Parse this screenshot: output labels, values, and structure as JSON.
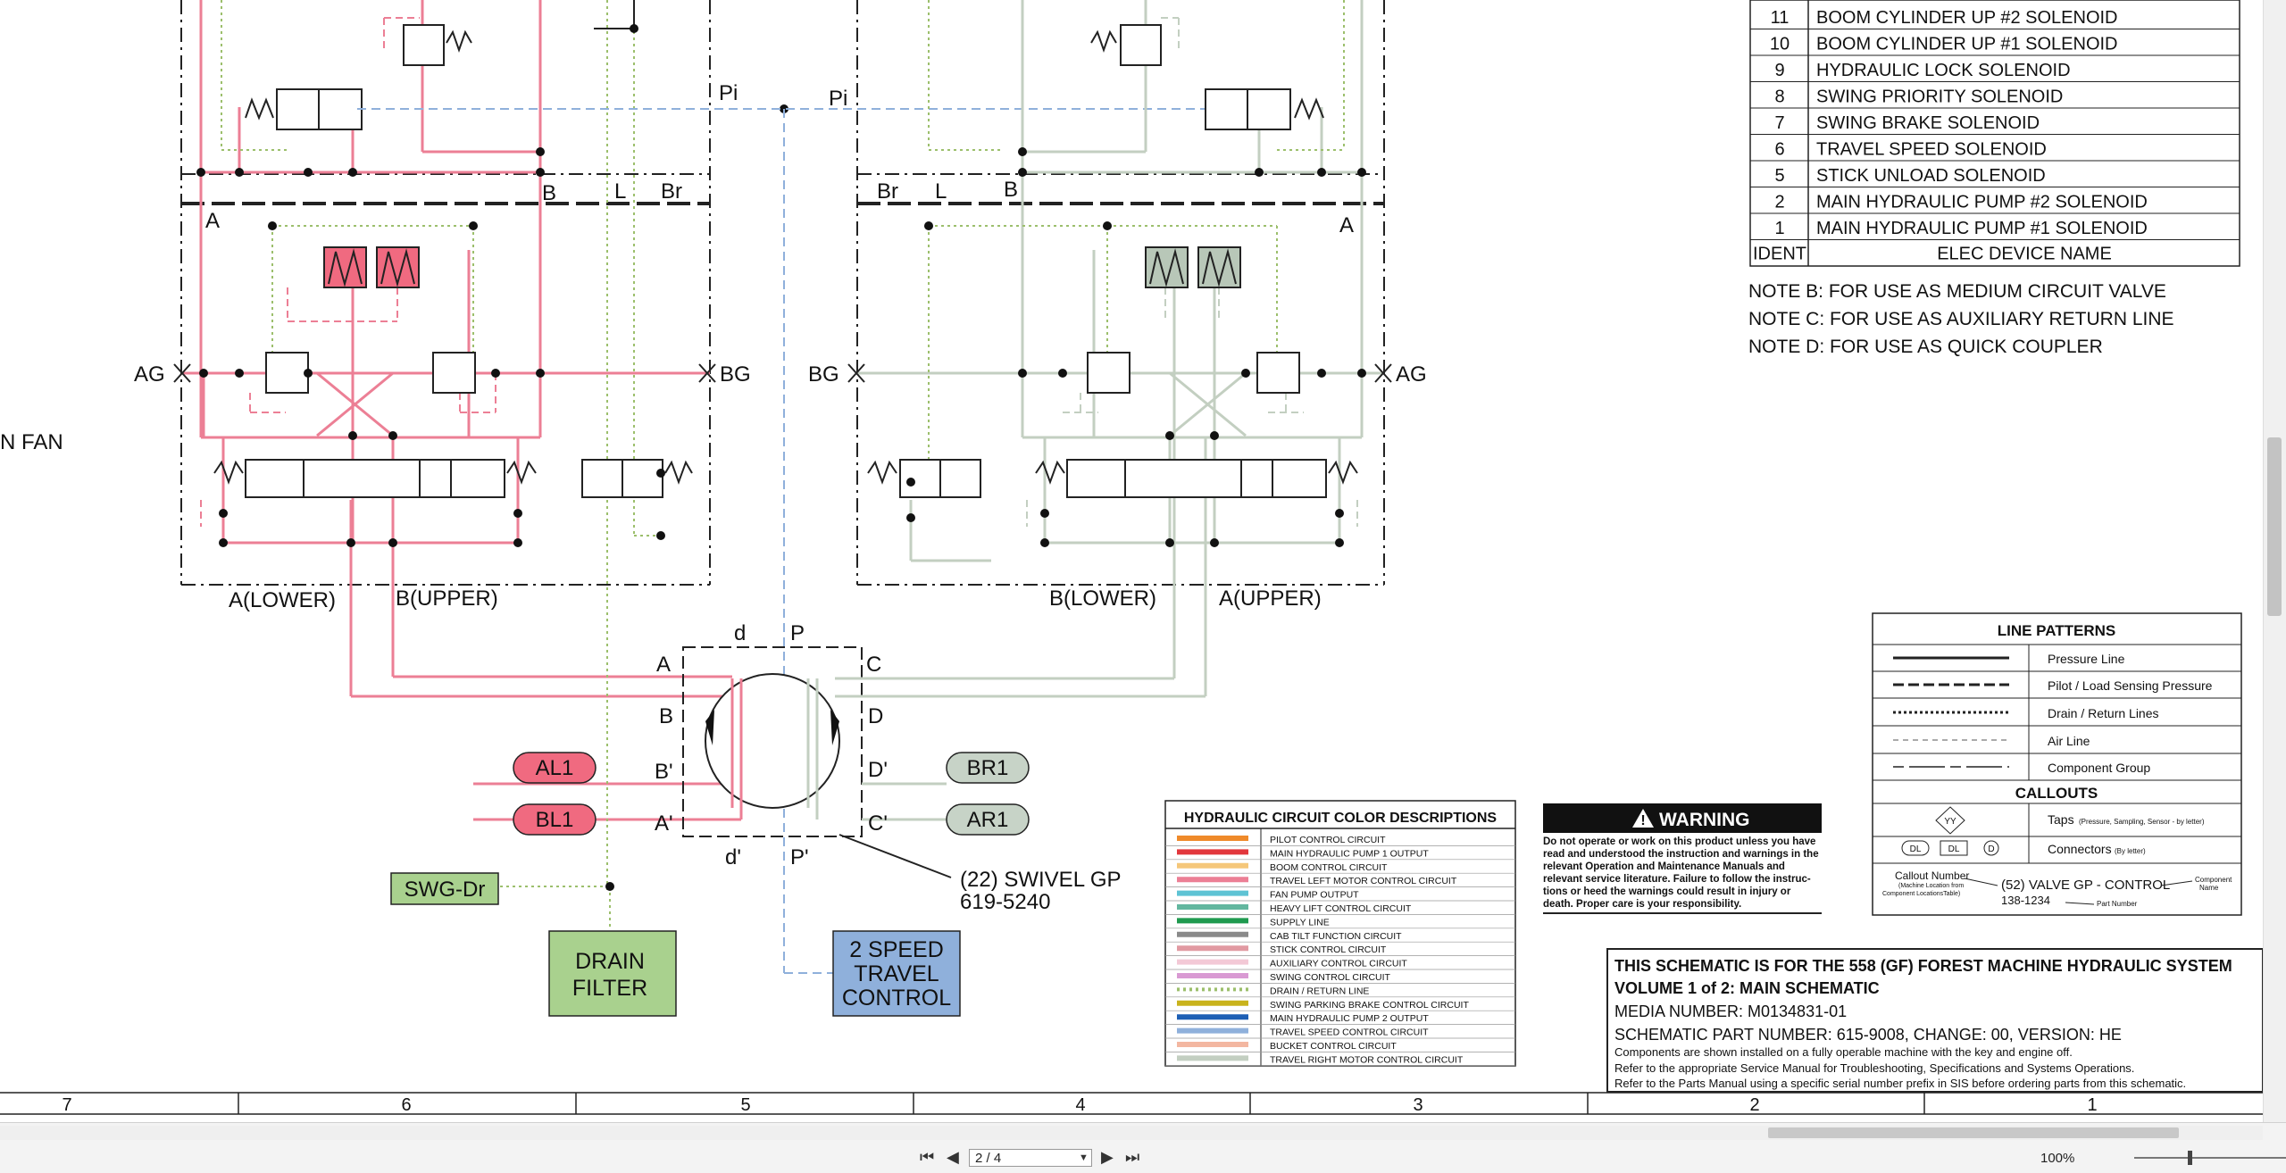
{
  "legend_left": "N FAN",
  "valves": {
    "left": {
      "port_pi": "Pi",
      "port_b": "B",
      "port_l": "L",
      "port_br": "Br",
      "port_a": "A",
      "port_ag": "AG",
      "port_bg": "BG",
      "lower": "A(LOWER)",
      "upper": "B(UPPER)"
    },
    "right": {
      "port_pi": "Pi",
      "port_br": "Br",
      "port_l": "L",
      "port_b": "B",
      "port_a": "A",
      "port_bg": "BG",
      "port_ag": "AG",
      "lower": "B(LOWER)",
      "upper": "A(UPPER)"
    }
  },
  "swivel": {
    "d": "d",
    "p": "P",
    "a": "A",
    "c": "C",
    "b": "B",
    "dd": "D",
    "bp": "B'",
    "dp": "D'",
    "ap": "A'",
    "cp": "C'",
    "d_prime": "d'",
    "p_prime": "P'",
    "name": "(22) SWIVEL GP",
    "part": "619-5240"
  },
  "tags": {
    "al1": "AL1",
    "bl1": "BL1",
    "br1": "BR1",
    "ar1": "AR1",
    "swg": "SWG-Dr"
  },
  "boxes": {
    "drain_filter": [
      "DRAIN",
      "FILTER"
    ],
    "travel_control": [
      "2 SPEED",
      "TRAVEL",
      "CONTROL"
    ]
  },
  "device_table": {
    "header": {
      "ident": "IDENT",
      "name": "ELEC DEVICE NAME"
    },
    "rows": [
      {
        "ident": "11",
        "name": "BOOM CYLINDER UP #2 SOLENOID"
      },
      {
        "ident": "10",
        "name": "BOOM CYLINDER UP #1 SOLENOID"
      },
      {
        "ident": "9",
        "name": "HYDRAULIC LOCK SOLENOID"
      },
      {
        "ident": "8",
        "name": "SWING PRIORITY SOLENOID"
      },
      {
        "ident": "7",
        "name": "SWING BRAKE SOLENOID"
      },
      {
        "ident": "6",
        "name": "TRAVEL SPEED SOLENOID"
      },
      {
        "ident": "5",
        "name": "STICK UNLOAD SOLENOID"
      },
      {
        "ident": "2",
        "name": "MAIN HYDRAULIC PUMP #2 SOLENOID"
      },
      {
        "ident": "1",
        "name": "MAIN HYDRAULIC PUMP #1 SOLENOID"
      }
    ]
  },
  "notes": [
    "NOTE B: FOR USE AS MEDIUM CIRCUIT VALVE",
    "NOTE C: FOR USE AS AUXILIARY RETURN LINE",
    "NOTE D: FOR USE AS QUICK COUPLER"
  ],
  "line_patterns": {
    "title": "LINE PATTERNS",
    "items": [
      "Pressure Line",
      "Pilot / Load Sensing Pressure",
      "Drain / Return Lines",
      "Air Line",
      "Component Group"
    ],
    "callouts_title": "CALLOUTS",
    "taps_symbol": "YY",
    "taps_label": "Taps",
    "taps_note": "(Pressure, Sampling, Sensor - by letter)",
    "dl": "DL",
    "d": "D",
    "connectors_label": "Connectors",
    "connectors_note": "(By letter)",
    "callout_number": "Callout Number",
    "callout_number_note1": "(Machine Location from",
    "callout_number_note2": "Component LocationsTable)",
    "callout_example": "(52) VALVE GP - CONTROL",
    "callout_part": "138-1234",
    "component_name1": "Component",
    "component_name2": "Name",
    "part_number": "Part Number"
  },
  "color_desc": {
    "title": "HYDRAULIC CIRCUIT COLOR DESCRIPTIONS",
    "items": [
      {
        "label": "PILOT CONTROL CIRCUIT",
        "color": "#ef8a2a",
        "dotted": false
      },
      {
        "label": "MAIN HYDRAULIC PUMP 1 OUTPUT",
        "color": "#e2373c",
        "dotted": false
      },
      {
        "label": "BOOM CONTROL CIRCUIT",
        "color": "#f5c77a",
        "dotted": false
      },
      {
        "label": "TRAVEL LEFT MOTOR CONTROL CIRCUIT",
        "color": "#ec7f95",
        "dotted": false
      },
      {
        "label": "FAN PUMP OUTPUT",
        "color": "#5ec3d4",
        "dotted": false
      },
      {
        "label": "HEAVY LIFT CONTROL CIRCUIT",
        "color": "#63b79f",
        "dotted": false
      },
      {
        "label": "SUPPLY LINE",
        "color": "#1f9a4f",
        "dotted": false
      },
      {
        "label": "CAB TILT FUNCTION CIRCUIT",
        "color": "#8a8a8a",
        "dotted": false
      },
      {
        "label": "STICK CONTROL CIRCUIT",
        "color": "#e19aa2",
        "dotted": false
      },
      {
        "label": "AUXILIARY CONTROL CIRCUIT",
        "color": "#f3c9d6",
        "dotted": false
      },
      {
        "label": "SWING CONTROL CIRCUIT",
        "color": "#d99ad3",
        "dotted": false
      },
      {
        "label": "DRAIN / RETURN LINE",
        "color": "#9cbf6c",
        "dotted": true
      },
      {
        "label": "SWING PARKING BRAKE CONTROL CIRCUIT",
        "color": "#c9b31c",
        "dotted": false
      },
      {
        "label": "MAIN HYDRAULIC PUMP 2 OUTPUT",
        "color": "#1d5fb5",
        "dotted": false
      },
      {
        "label": "TRAVEL SPEED CONTROL CIRCUIT",
        "color": "#8fb0db",
        "dotted": false
      },
      {
        "label": "BUCKET CONTROL CIRCUIT",
        "color": "#f3b7a1",
        "dotted": false
      },
      {
        "label": "TRAVEL RIGHT MOTOR CONTROL CIRCUIT",
        "color": "#c3cfc1",
        "dotted": false
      }
    ]
  },
  "warning": {
    "title": "WARNING",
    "lines": [
      "Do not operate or work on this product unless you have",
      "read and understood the instruction and warnings in the",
      "relevant Operation and Maintenance Manuals and",
      "relevant service literature. Failure to follow the instruc-",
      "tions or heed the warnings could result in injury or",
      "death. Proper care is your responsibility."
    ]
  },
  "title_block": {
    "line1": "THIS SCHEMATIC IS FOR THE 558 (GF) FOREST MACHINE HYDRAULIC SYSTEM",
    "line2": "VOLUME 1 of 2: MAIN SCHEMATIC",
    "line3": "MEDIA NUMBER: M0134831-01",
    "line4": "SCHEMATIC PART NUMBER: 615-9008, CHANGE: 00, VERSION: HE",
    "line5": "Components are shown installed on a fully operable machine with the key and engine off.",
    "line6": "Refer to the appropriate Service Manual for Troubleshooting, Specifications and Systems Operations.",
    "line7": "Refer to the Parts Manual using a specific serial number prefix in SIS before ordering parts from this schematic."
  },
  "grid_numbers": [
    "7",
    "6",
    "5",
    "4",
    "3",
    "2",
    "1"
  ],
  "viewer": {
    "page": "2 / 4",
    "zoom": "100%"
  },
  "colors": {
    "travel_left": "#ec7f95",
    "travel_right": "#c3cfc1",
    "drain": "#9cbf6c",
    "pilot_blue": "#8fb0db",
    "left_solenoid": "#f06a80",
    "right_solenoid": "#b8c7b8"
  }
}
